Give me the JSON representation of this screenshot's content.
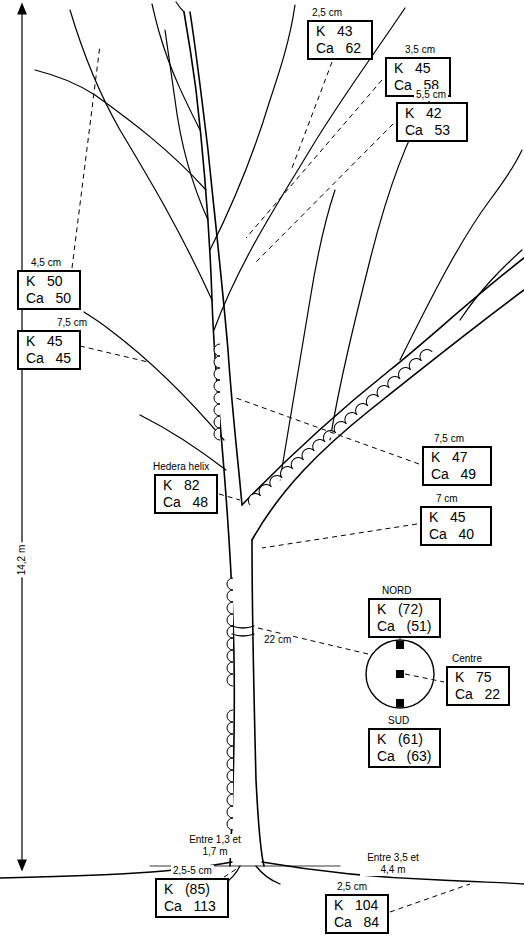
{
  "diagram": {
    "nodes": [
      {
        "text": [
          "2,5 cm",
          "K 43",
          "Ca 62"
        ]
      },
      {
        "text": [
          "3,5 cm",
          "K 45",
          "Ca 58"
        ]
      },
      {
        "text": [
          "5,5 cm",
          "K 42",
          "Ca 53"
        ]
      },
      {
        "text": [
          "4,5 cm",
          "K 50",
          "Ca 50"
        ]
      },
      {
        "text": [
          "7,5 cm",
          "K 45",
          "Ca 45"
        ]
      },
      {
        "text": [
          "7,5 cm",
          "K 47",
          "Ca 49"
        ]
      },
      {
        "text": [
          "Hedera helix",
          "K 82",
          "Ca 48"
        ]
      },
      {
        "text": [
          "7 cm",
          "K 45",
          "Ca 40"
        ]
      },
      {
        "text": [
          "NORD",
          "K (72)",
          "Ca (51)"
        ]
      },
      {
        "text": [
          "Centre",
          "K 75",
          "Ca 22"
        ]
      },
      {
        "text": [
          "SUD",
          "K (61)",
          "Ca (63)"
        ]
      },
      {
        "text": [
          "2,5-5 cm",
          "K (85)",
          "Ca 113"
        ]
      },
      {
        "text": [
          "2,5 cm",
          "K 104",
          "Ca 84"
        ]
      }
    ],
    "labels": [
      "14,2 m",
      "22 cm",
      "Entre 1,3 et 1,7 m",
      "Entre 3,5 et 4,4 m"
    ]
  }
}
